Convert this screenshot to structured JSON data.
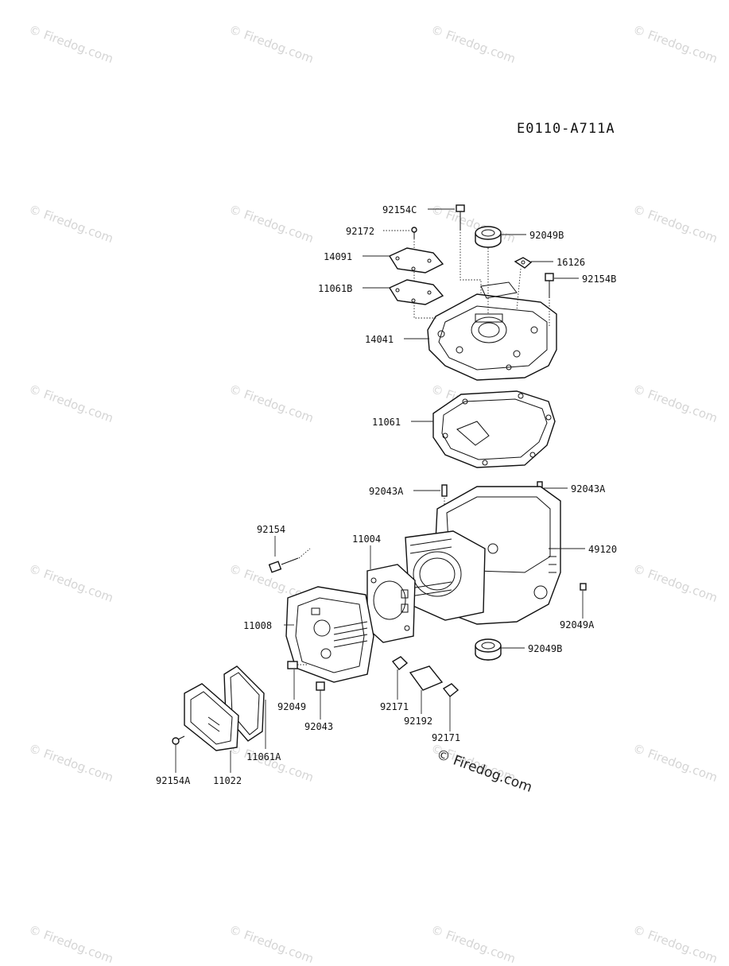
{
  "diagram_code": "E0110-A711A",
  "watermark_text": "© Firedog.com",
  "main_watermark": "© Firedog.com",
  "parts": {
    "p92154C": "92154C",
    "p92172": "92172",
    "p92049B_top": "92049B",
    "p14091": "14091",
    "p16126": "16126",
    "p92154B": "92154B",
    "p11061B": "11061B",
    "p14041": "14041",
    "p11061": "11061",
    "p92043A_left": "92043A",
    "p92043A_right": "92043A",
    "p92154": "92154",
    "p11004": "11004",
    "p49120": "49120",
    "p11008": "11008",
    "p92049A": "92049A",
    "p92049B_bottom": "92049B",
    "p92049": "92049",
    "p92171_left": "92171",
    "p92043": "92043",
    "p92192": "92192",
    "p92171_right": "92171",
    "p11061A": "11061A",
    "p92154A": "92154A",
    "p11022": "11022"
  }
}
